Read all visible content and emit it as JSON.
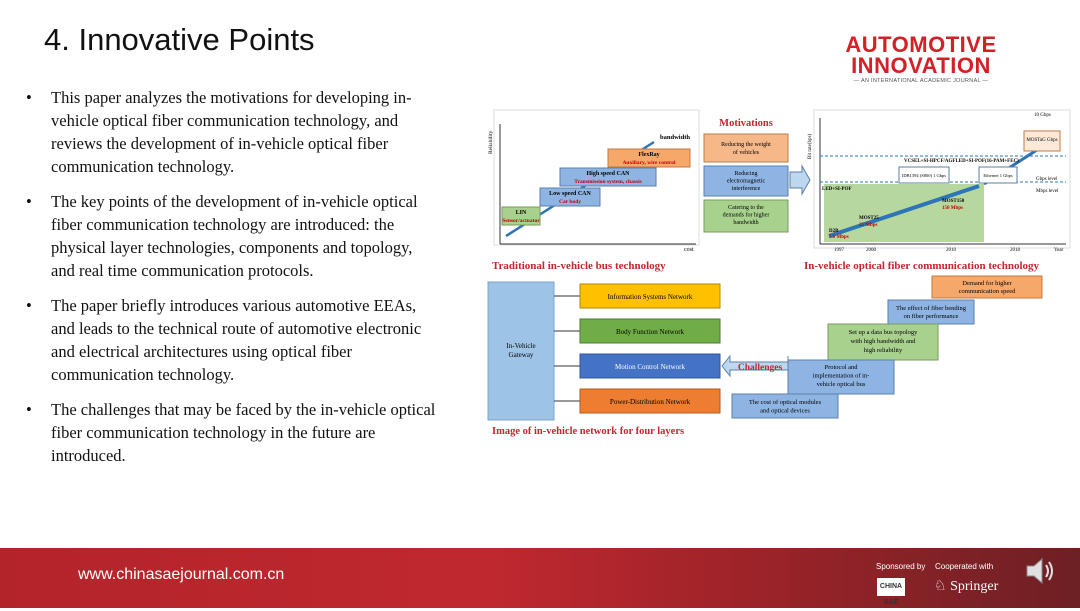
{
  "title": "4.  Innovative Points",
  "logo": {
    "line1": "AUTOMOTIVE",
    "line2": "INNOVATION",
    "line3": "— AN INTERNATIONAL ACADEMIC JOURNAL —"
  },
  "bullets": [
    "This paper analyzes the motivations for developing in-vehicle optical fiber communication technology, and reviews the development of in-vehicle optical fiber communication technology.",
    "The key points of the development of in-vehicle optical fiber communication technology are introduced: the physical layer technologies, components and topology, and real time communication protocols.",
    "The paper briefly introduces various automotive EEAs, and leads to the technical route of automotive electronic and electrical architectures using optical fiber communication technology.",
    "The challenges that may be faced by the in-vehicle optical fiber communication technology in the future are introduced."
  ],
  "bullet_char": "•",
  "figure": {
    "trad": {
      "y_axis": "Reliability",
      "x_axis": "cost",
      "bandwidth": "bandwidth",
      "steps": [
        {
          "name": "LIN",
          "sub": "Sensor/actuator"
        },
        {
          "name": "Low speed CAN",
          "sub": "Car body"
        },
        {
          "name": "High speed CAN",
          "sub": "Transmission system, chassis"
        },
        {
          "name": "FlexRay",
          "sub": "Auxiliary, wire control"
        }
      ],
      "caption": "Traditional in-vehicle bus technology"
    },
    "motivations": {
      "title": "Motivations",
      "items": [
        "Reducing the weight of vehicles",
        "Reducing electromagnetic interference",
        "Catering to the demands for higher bandwidth"
      ]
    },
    "optical": {
      "y_axis": "Bit rate(bps)",
      "x_axis": "Year",
      "years": [
        "1997",
        "2000",
        "2010",
        "2018"
      ],
      "right_labels": [
        "10 Gbps",
        "Gbps level",
        "Mbps level"
      ],
      "items": [
        "MOSTaG Gbps",
        "VCSEL+SI-HPCF/AGFLED+SI-POF(16-PAM+FEC)",
        "IDB1394 (S800) 1 Gbps",
        "Ethernet 1 Gbps",
        "LED+SI-POF",
        "MOST150",
        "150 Mbps",
        "MOST25",
        "25 Mbps",
        "D2B",
        "5.6 Mbps"
      ],
      "caption": "In-vehicle optical fiber communication technology"
    },
    "network": {
      "gateway": "In-Vehicle Gateway",
      "layers": [
        "Information Systems Network",
        "Body Function Network",
        "Motion Control Network",
        "Power-Distribution Network"
      ],
      "caption": "Image of in-vehicle network for four layers"
    },
    "challenges": {
      "title": "Challenges",
      "items": [
        "Demand for higher communication speed",
        "The effect of fiber bending on fiber performance",
        "Set up a data bus topology with high bandwidth and high reliability",
        "Protocol and implementation of in-vehicle optical bus",
        "The cost of optical modules and optical devices"
      ]
    }
  },
  "footer": {
    "url": "www.chinasaejournal.com.cn",
    "sponsored": "Sponsored by",
    "cooperated": "Cooperated with",
    "sae_logo": "CHINA SAE",
    "springer": "Springer"
  },
  "icons": {
    "speaker": "speaker-icon",
    "springer": "springer-horse-icon"
  },
  "colors": {
    "accent": "#d42127",
    "footer": "#b3242a",
    "caption": "#c0282f",
    "orange": "#f6a86b",
    "blue_box": "#8eb4e3",
    "green_box": "#a9d18e",
    "gateway": "#9dc3e6"
  }
}
